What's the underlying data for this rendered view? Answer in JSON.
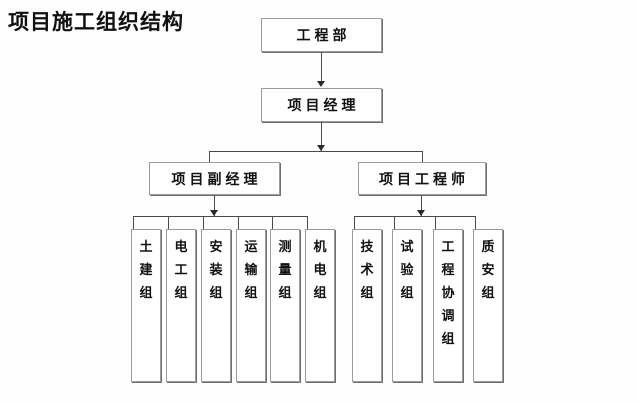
{
  "title": "项目施工组织结构",
  "diagram": {
    "type": "org-chart",
    "orientation": "top-down",
    "levels": [
      {
        "level": 1,
        "nodes": [
          {
            "label": "工程部",
            "role": "department"
          }
        ]
      },
      {
        "level": 2,
        "nodes": [
          {
            "label": "项目经理",
            "role": "project-manager"
          }
        ]
      },
      {
        "level": 3,
        "nodes": [
          {
            "label": "项目副经理",
            "role": "deputy-project-manager"
          },
          {
            "label": "项目工程师",
            "role": "project-engineer"
          }
        ]
      },
      {
        "level": 4,
        "groups": [
          {
            "parent": "项目副经理",
            "nodes": [
              {
                "label": "土建组"
              },
              {
                "label": "电工组"
              },
              {
                "label": "安装组"
              },
              {
                "label": "运输组"
              },
              {
                "label": "测量组"
              },
              {
                "label": "机电组"
              }
            ]
          },
          {
            "parent": "项目工程师",
            "nodes": [
              {
                "label": "技术组"
              },
              {
                "label": "试验组"
              },
              {
                "label": "工程协调组"
              },
              {
                "label": "质安组"
              }
            ]
          }
        ]
      }
    ]
  },
  "nodes": {
    "engineering_department": "工程部",
    "project_manager": "项目经理",
    "deputy_project_manager": "项目副经理",
    "project_engineer": "项目工程师",
    "left_teams": [
      "土建组",
      "电工组",
      "安装组",
      "运输组",
      "测量组",
      "机电组"
    ],
    "right_teams": [
      "技术组",
      "试验组",
      "工程协调组",
      "质安组"
    ]
  },
  "colors": {
    "background": "#fefefe",
    "box_border": "#9b9b9b",
    "box_shadow": "#707070",
    "connector": "#4a4a4a",
    "text": "#111111"
  }
}
